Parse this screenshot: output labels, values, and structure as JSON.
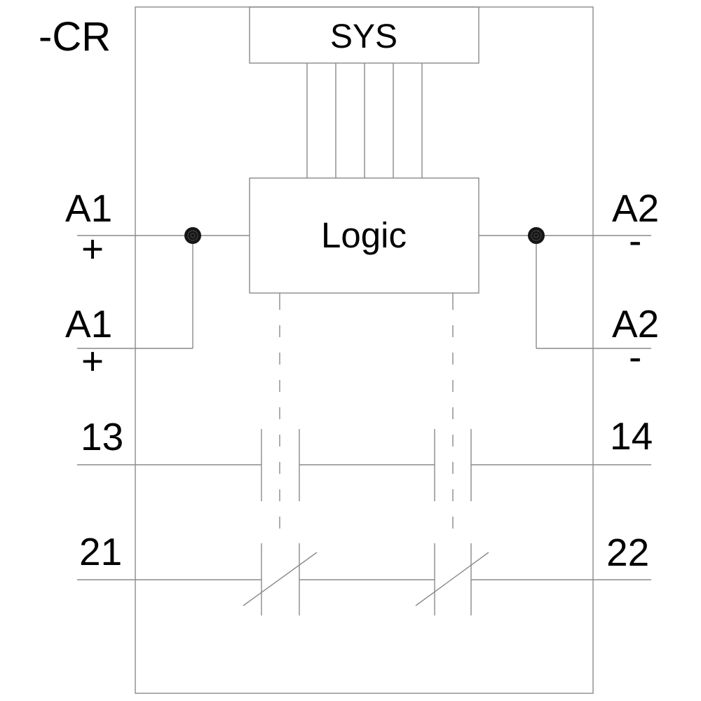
{
  "diagram": {
    "device_label": "-CR",
    "blocks": {
      "sys": "SYS",
      "logic": "Logic"
    },
    "coil_terminals": {
      "a1_top": {
        "label": "A1",
        "polarity": "+"
      },
      "a2_top": {
        "label": "A2",
        "polarity": "-"
      },
      "a1_bottom": {
        "label": "A1",
        "polarity": "+"
      },
      "a2_bottom": {
        "label": "A2",
        "polarity": "-"
      }
    },
    "contacts": {
      "normally_open": {
        "left_terminal": "13",
        "right_terminal": "14"
      },
      "normally_closed": {
        "left_terminal": "21",
        "right_terminal": "22"
      }
    },
    "colors": {
      "line": "#8a8a8a",
      "text": "#000000",
      "background": "#ffffff"
    }
  }
}
